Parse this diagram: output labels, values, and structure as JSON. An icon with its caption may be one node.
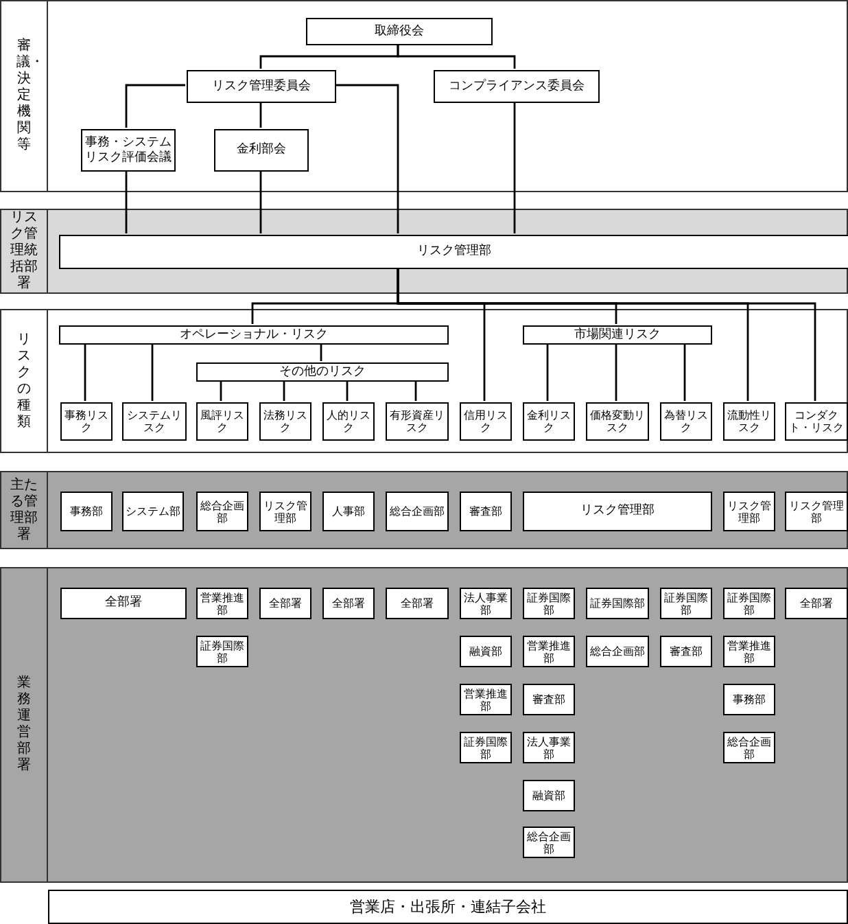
{
  "diagram": {
    "nodes": [
      {
        "text": [
          "審議・決定機関等"
        ]
      },
      {
        "text": [
          "取締役会"
        ],
        "in": 0
      },
      {
        "text": [
          "リスク管理委員会"
        ],
        "in": 0
      },
      {
        "text": [
          "コンプライアンス委員会"
        ],
        "in": 0
      },
      {
        "text": [
          "事務・システムリスク評価会議"
        ],
        "in": 0
      },
      {
        "text": [
          "金利部会"
        ],
        "in": 0
      },
      {
        "text": [
          "リスク管理統括部署"
        ]
      },
      {
        "text": [
          "リスク管理部"
        ],
        "in": 6
      },
      {
        "text": [
          "リスクの種類"
        ]
      },
      {
        "text": [
          "オペレーショナル・リスク"
        ],
        "in": 8
      },
      {
        "text": [
          "市場関連リスク"
        ],
        "in": 8
      },
      {
        "text": [
          "その他のリスク"
        ],
        "in": 8
      },
      {
        "text": [
          "事務リスク"
        ],
        "in": 8
      },
      {
        "text": [
          "システムリスク"
        ],
        "in": 8
      },
      {
        "text": [
          "風評リスク"
        ],
        "in": 8
      },
      {
        "text": [
          "法務リスク"
        ],
        "in": 8
      },
      {
        "text": [
          "人的リスク"
        ],
        "in": 8
      },
      {
        "text": [
          "有形資産リスク"
        ],
        "in": 8
      },
      {
        "text": [
          "信用リスク"
        ],
        "in": 8
      },
      {
        "text": [
          "金利リスク"
        ],
        "in": 8
      },
      {
        "text": [
          "価格変動リスク"
        ],
        "in": 8
      },
      {
        "text": [
          "為替リスク"
        ],
        "in": 8
      },
      {
        "text": [
          "流動性リスク"
        ],
        "in": 8
      },
      {
        "text": [
          "コンダクト・リスク"
        ],
        "in": 8
      },
      {
        "text": [
          "主たる管理部署"
        ]
      },
      {
        "text": [
          "事務部"
        ],
        "in": 24
      },
      {
        "text": [
          "システム部"
        ],
        "in": 24
      },
      {
        "text": [
          "総合企画部"
        ],
        "in": 24
      },
      {
        "text": [
          "リスク管理部"
        ],
        "in": 24
      },
      {
        "text": [
          "人事部"
        ],
        "in": 24
      },
      {
        "text": [
          "総合企画部"
        ],
        "in": 24
      },
      {
        "text": [
          "審査部"
        ],
        "in": 24
      },
      {
        "text": [
          "リスク管理部"
        ],
        "in": 24
      },
      {
        "text": [
          "リスク管理部"
        ],
        "in": 24
      },
      {
        "text": [
          "リスク管理部"
        ],
        "in": 24
      },
      {
        "text": [
          "業務運営部署"
        ]
      },
      {
        "text": [
          "全部署"
        ],
        "in": 35
      },
      {
        "text": [
          "営業推進部"
        ],
        "in": 35
      },
      {
        "text": [
          "全部署"
        ],
        "in": 35
      },
      {
        "text": [
          "全部署"
        ],
        "in": 35
      },
      {
        "text": [
          "全部署"
        ],
        "in": 35
      },
      {
        "text": [
          "法人事業部"
        ],
        "in": 35
      },
      {
        "text": [
          "証券国際部"
        ],
        "in": 35
      },
      {
        "text": [
          "証券国際部"
        ],
        "in": 35
      },
      {
        "text": [
          "証券国際部"
        ],
        "in": 35
      },
      {
        "text": [
          "証券国際部"
        ],
        "in": 35
      },
      {
        "text": [
          "全部署"
        ],
        "in": 35
      },
      {
        "text": [
          "証券国際部"
        ],
        "in": 35
      },
      {
        "text": [
          "融資部"
        ],
        "in": 35
      },
      {
        "text": [
          "営業推進部"
        ],
        "in": 35
      },
      {
        "text": [
          "総合企画部"
        ],
        "in": 35
      },
      {
        "text": [
          "審査部"
        ],
        "in": 35
      },
      {
        "text": [
          "営業推進部"
        ],
        "in": 35
      },
      {
        "text": [
          "営業推進部"
        ],
        "in": 35
      },
      {
        "text": [
          "審査部"
        ],
        "in": 35
      },
      {
        "text": [
          "事務部"
        ],
        "in": 35
      },
      {
        "text": [
          "証券国際部"
        ],
        "in": 35
      },
      {
        "text": [
          "法人事業部"
        ],
        "in": 35
      },
      {
        "text": [
          "総合企画部"
        ],
        "in": 35
      },
      {
        "text": [
          "融資部"
        ],
        "in": 35
      },
      {
        "text": [
          "総合企画部"
        ],
        "in": 35
      },
      {
        "text": [
          "営業店・出張所・連結子会社"
        ]
      }
    ],
    "edges": [
      {
        "from": 1,
        "to": 2,
        "arrow": "none"
      },
      {
        "from": 1,
        "to": 3,
        "arrow": "none"
      },
      {
        "from": 2,
        "to": 4,
        "arrow": "none"
      },
      {
        "from": 2,
        "to": 5,
        "arrow": "none"
      },
      {
        "from": 2,
        "to": 7,
        "arrow": "none"
      },
      {
        "from": 3,
        "to": 7,
        "arrow": "none"
      },
      {
        "from": 4,
        "to": 7,
        "arrow": "none"
      },
      {
        "from": 5,
        "to": 7,
        "arrow": "none"
      },
      {
        "from": 7,
        "to": 9,
        "arrow": "none"
      },
      {
        "from": 7,
        "to": 18,
        "arrow": "none"
      },
      {
        "from": 7,
        "to": 10,
        "arrow": "none"
      },
      {
        "from": 7,
        "to": 22,
        "arrow": "none"
      },
      {
        "from": 7,
        "to": 23,
        "arrow": "none"
      },
      {
        "from": 9,
        "to": 12,
        "arrow": "none"
      },
      {
        "from": 9,
        "to": 13,
        "arrow": "none"
      },
      {
        "from": 9,
        "to": 11,
        "arrow": "none"
      },
      {
        "from": 11,
        "to": 14,
        "arrow": "none"
      },
      {
        "from": 11,
        "to": 15,
        "arrow": "none"
      },
      {
        "from": 11,
        "to": 16,
        "arrow": "none"
      },
      {
        "from": 11,
        "to": 17,
        "arrow": "none"
      },
      {
        "from": 10,
        "to": 19,
        "arrow": "none"
      },
      {
        "from": 10,
        "to": 20,
        "arrow": "none"
      },
      {
        "from": 10,
        "to": 21,
        "arrow": "none"
      }
    ]
  }
}
